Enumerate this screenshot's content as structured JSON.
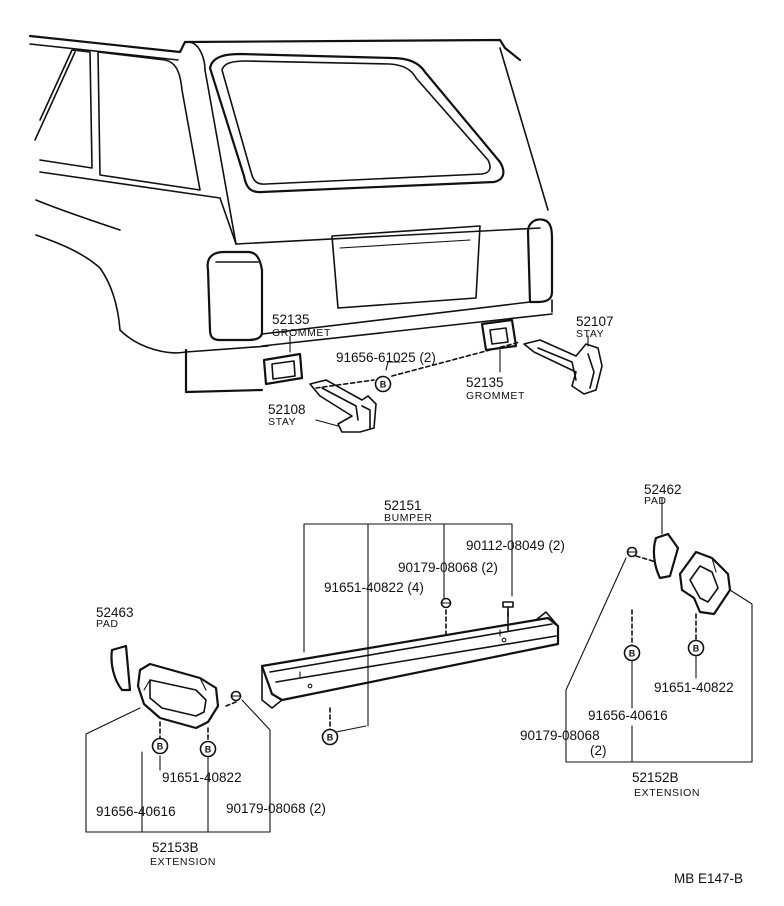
{
  "callout_letter": "B",
  "labels": {
    "grommet_left_num": "52135",
    "grommet_left_name": "GROMMET",
    "stay_right_num": "52107",
    "stay_right_name": "STAY",
    "bolt_upper": "91656-61025 (2)",
    "grommet_right_num": "52135",
    "grommet_right_name": "GROMMET",
    "stay_left_num": "52108",
    "stay_left_name": "STAY",
    "bumper_num": "52151",
    "bumper_name": "BUMPER",
    "bolt_90112": "90112-08049 (2)",
    "nut_90179_center": "90179-08068 (2)",
    "bolt_91651_center": "91651-40822 (4)",
    "pad_right_num": "52462",
    "pad_right_name": "PAD",
    "pad_left_num": "52463",
    "pad_left_name": "PAD",
    "bolt_91651_right": "91651-40822",
    "bolt_91656_right": "91656-40616",
    "nut_90179_right": "90179-08068",
    "nut_90179_right_qty": "(2)",
    "ext_right_num": "52152B",
    "ext_right_name": "EXTENSION",
    "bolt_91651_left": "91651-40822",
    "bolt_91656_left": "91656-40616",
    "nut_90179_left": "90179-08068 (2)",
    "ext_left_num": "52153B",
    "ext_left_name": "EXTENSION",
    "footer_code": "MB  E147-B"
  }
}
